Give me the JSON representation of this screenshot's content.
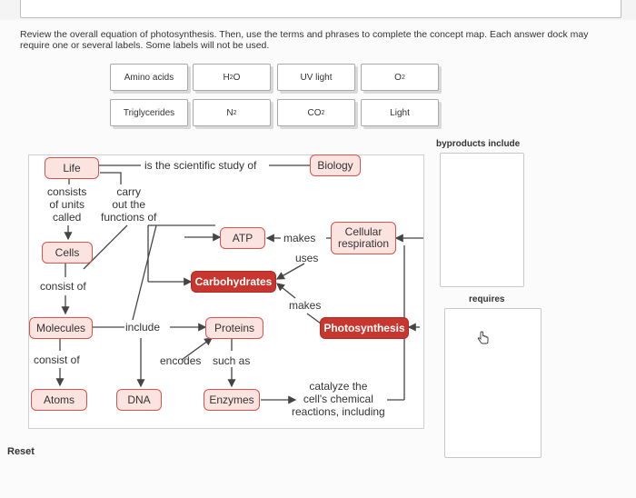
{
  "instructions": "Review the overall equation of photosynthesis. Then, use the terms and phrases to complete the concept map. Each answer dock may require one or several labels. Some labels will not be used.",
  "label_bank": {
    "row1": [
      {
        "text": "Amino acids"
      },
      {
        "main": "H",
        "sub": "2",
        "after": "O"
      },
      {
        "text": "UV light"
      },
      {
        "main": "O",
        "sub": "2",
        "after": ""
      }
    ],
    "row2": [
      {
        "text": "Triglycerides"
      },
      {
        "main": "N",
        "sub": "2",
        "after": ""
      },
      {
        "main": "CO",
        "sub": "2",
        "after": ""
      },
      {
        "text": "Light"
      }
    ]
  },
  "concept_map": {
    "nodes": {
      "life": "Life",
      "biology": "Biology",
      "cells": "Cells",
      "molecules": "Molecules",
      "atoms": "Atoms",
      "dna": "DNA",
      "proteins": "Proteins",
      "enzymes": "Enzymes",
      "atp": "ATP",
      "carbohydrates": "Carbohydrates",
      "cellular_respiration_1": "Cellular",
      "cellular_respiration_2": "respiration",
      "photosynthesis": "Photosynthesis"
    },
    "links": {
      "is_study_of": "is the scientific study of",
      "consists_1": "consists",
      "consists_2": "of units",
      "consists_3": "called",
      "carry_1": "carry",
      "carry_2": "out the",
      "carry_3": "functions of",
      "consist_of_a": "consist of",
      "consist_of_b": "consist of",
      "include": "include",
      "encodes": "encodes",
      "such_as": "such as",
      "makes_1": "makes",
      "uses": "uses",
      "makes_2": "makes",
      "catalyze_1": "catalyze the",
      "catalyze_2": "cell's chemical",
      "catalyze_3": "reactions, including"
    }
  },
  "docks": {
    "byproducts_label": "byproducts include",
    "requires_label": "requires"
  },
  "reset_label": "Reset"
}
